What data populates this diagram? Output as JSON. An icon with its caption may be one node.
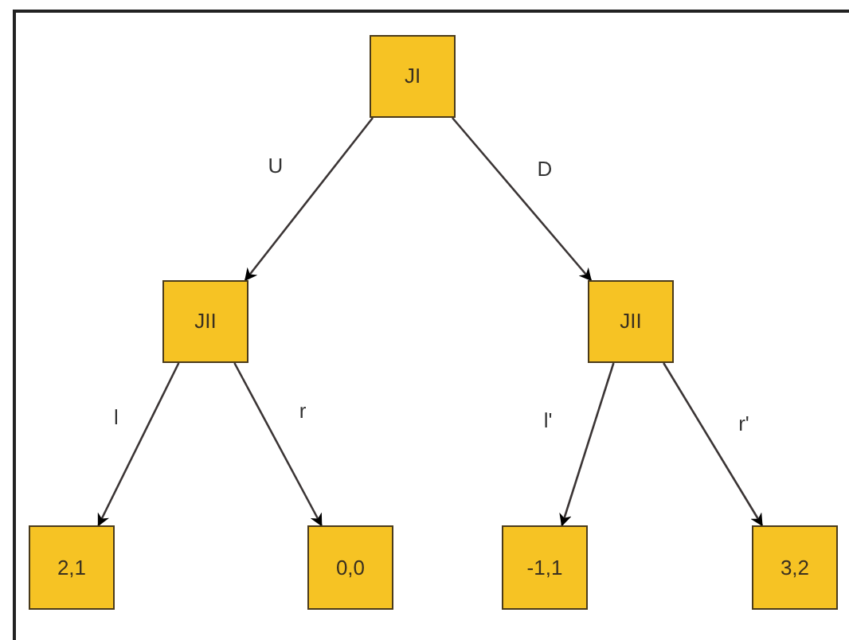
{
  "diagram": {
    "nodes": [
      {
        "text": [
          "JI"
        ]
      },
      {
        "text": [
          "JII"
        ]
      },
      {
        "text": [
          "JII"
        ]
      },
      {
        "text": [
          "2,1"
        ]
      },
      {
        "text": [
          "0,0"
        ]
      },
      {
        "text": [
          "-1,1"
        ]
      },
      {
        "text": [
          "3,2"
        ]
      }
    ],
    "edges": [
      {
        "from": 0,
        "to": 1,
        "arrow": "to",
        "label": "U"
      },
      {
        "from": 0,
        "to": 2,
        "arrow": "to",
        "label": "D"
      },
      {
        "from": 1,
        "to": 3,
        "arrow": "to",
        "label": "l"
      },
      {
        "from": 1,
        "to": 4,
        "arrow": "to",
        "label": "r"
      },
      {
        "from": 2,
        "to": 5,
        "arrow": "to",
        "label": "l'"
      },
      {
        "from": 2,
        "to": 6,
        "arrow": "to",
        "label": "r'"
      }
    ]
  }
}
